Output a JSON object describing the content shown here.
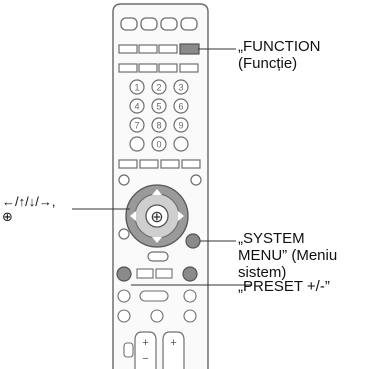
{
  "labels": {
    "function": "„FUNCTION\n(Funcție)",
    "arrows": "←/↑/↓/→,\n⊕",
    "system_menu": "„SYSTEM\nMENU” (Meniu\nsistem)",
    "preset": "„PRESET +/-”"
  },
  "remote": {
    "digits": [
      "1",
      "2",
      "3",
      "4",
      "5",
      "6",
      "7",
      "8",
      "9",
      "0"
    ],
    "center_symbol": "⊕",
    "volume_plus_a": "+",
    "volume_plus_b": "+",
    "volume_minus": "−"
  },
  "colors": {
    "body_fill": "#fafafa",
    "outline": "#6f6f6f",
    "highlight": "#8a8a8a",
    "pointer": "#333333"
  }
}
